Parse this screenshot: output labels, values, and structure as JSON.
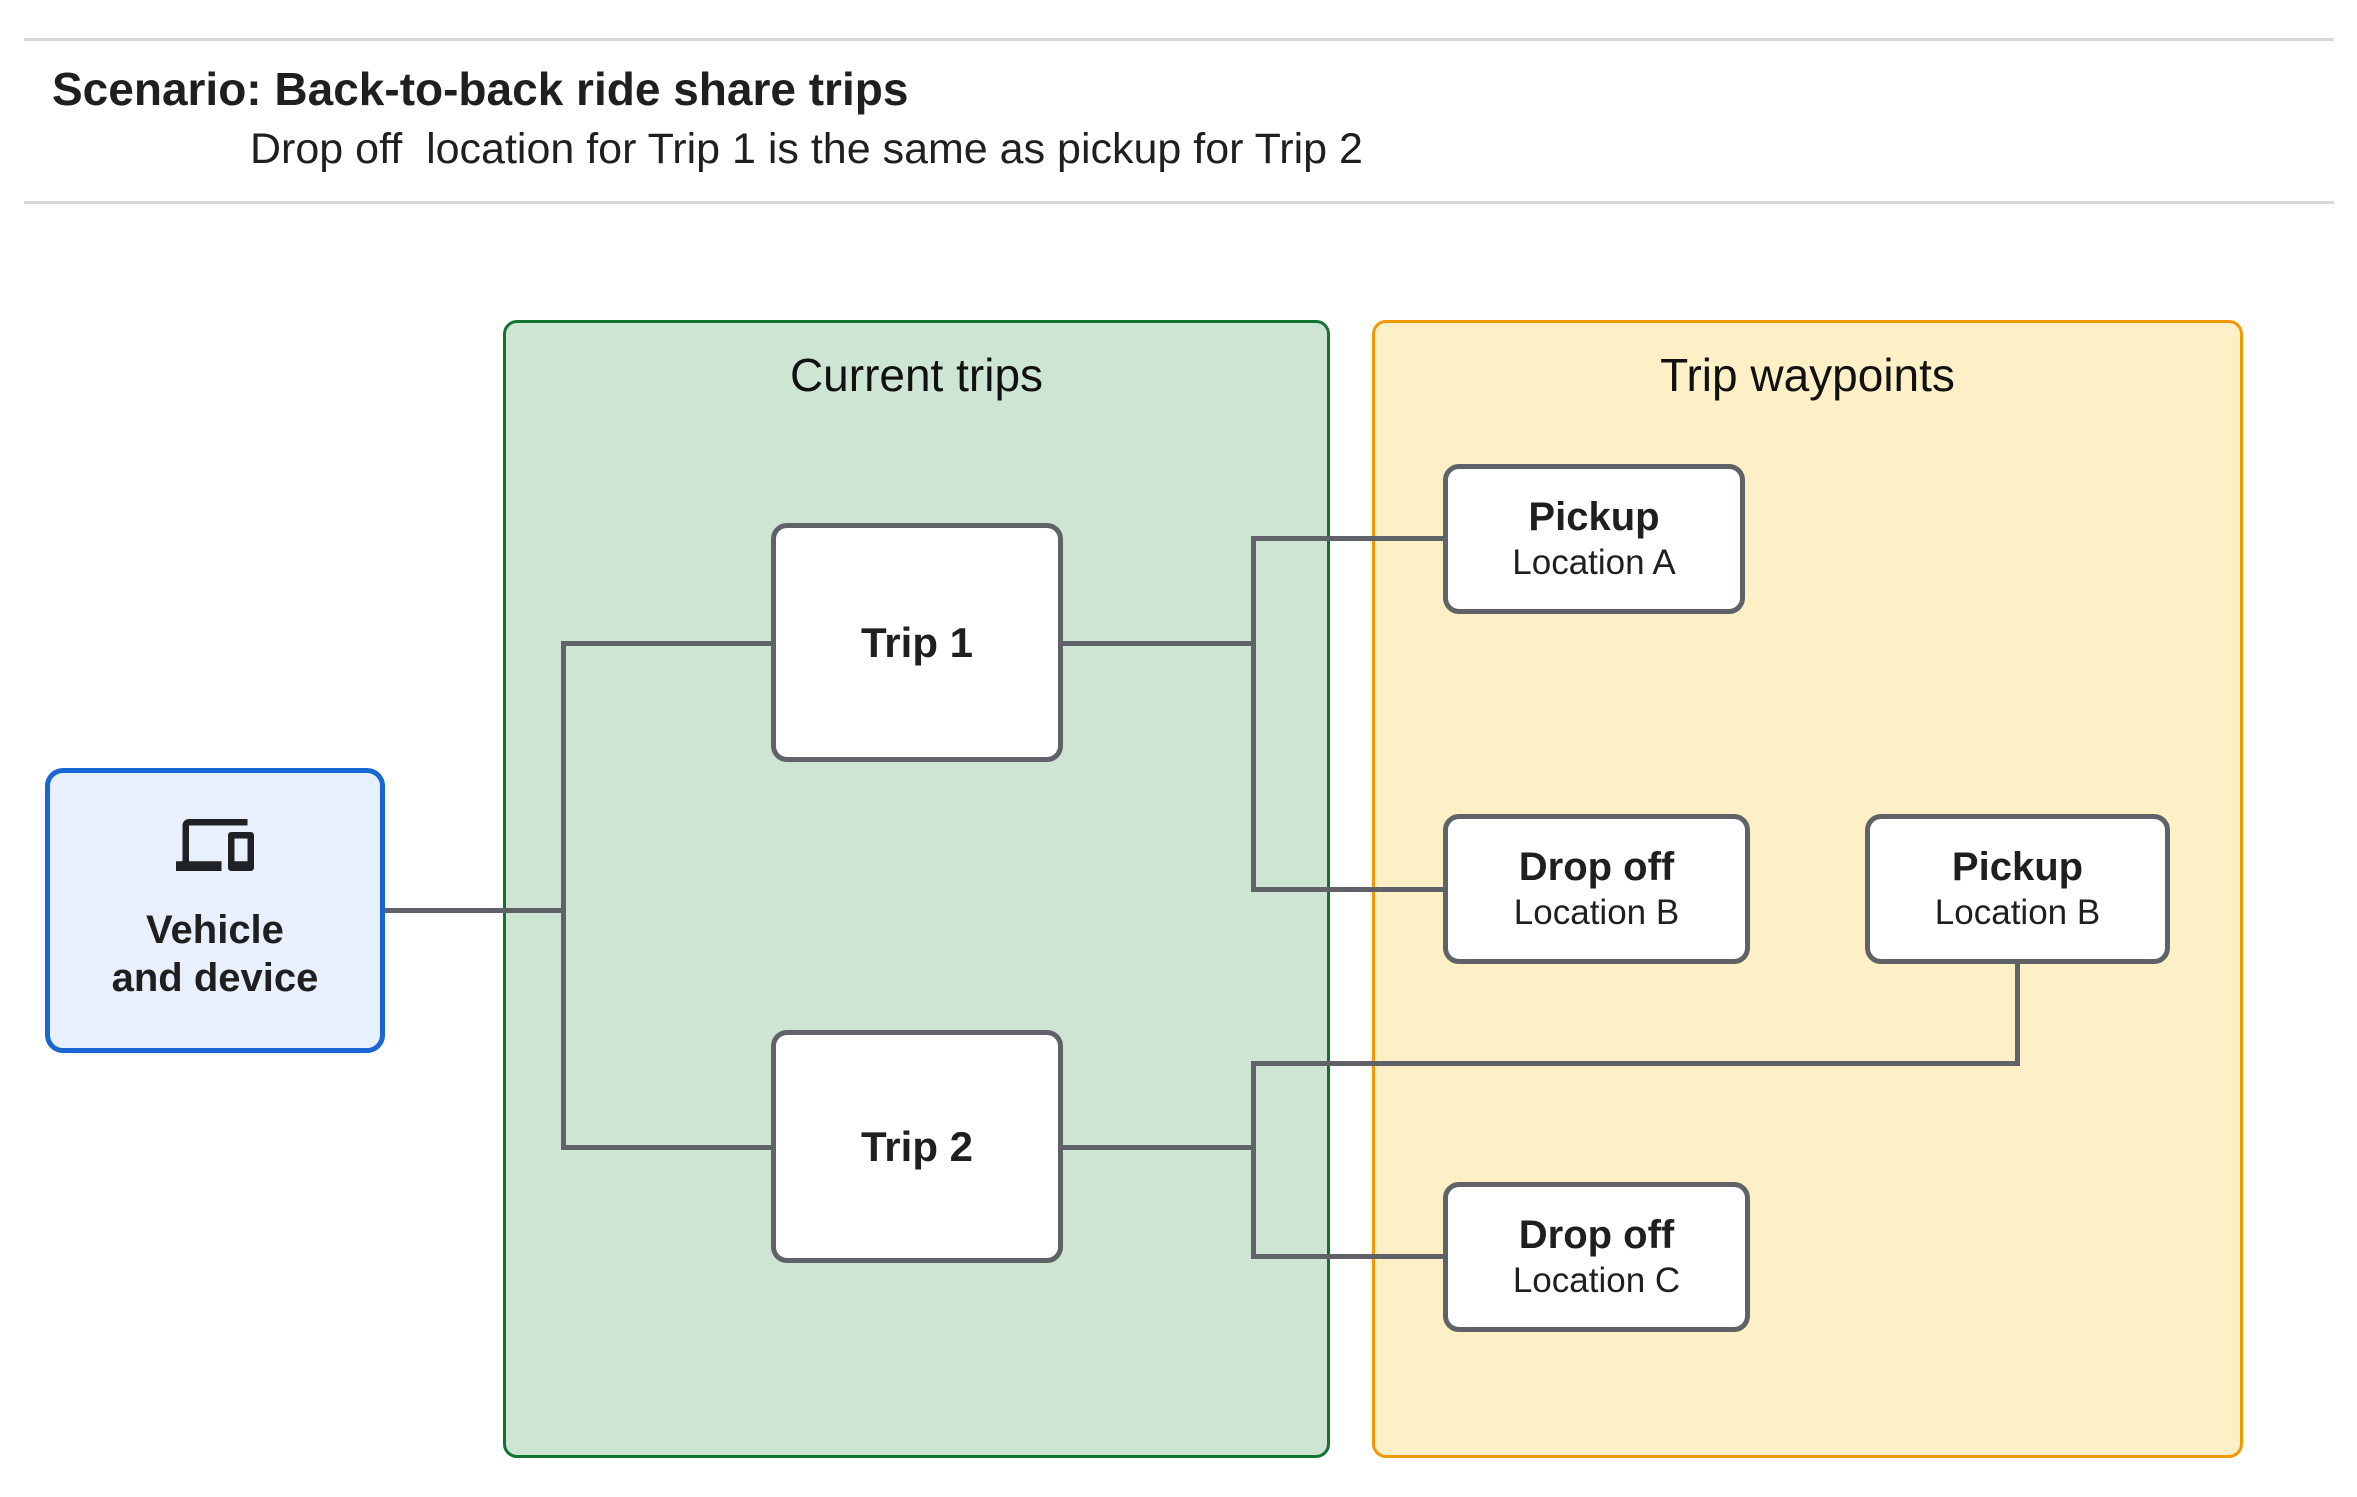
{
  "header": {
    "title": "Scenario: Back-to-back ride share trips",
    "subtitle": "Drop off  location for Trip 1 is the same as pickup for Trip 2"
  },
  "diagram": {
    "vehicle": {
      "line1": "Vehicle",
      "line2": "and device",
      "icon": "devices-icon"
    },
    "groups": [
      {
        "id": "current-trips",
        "title": "Current trips"
      },
      {
        "id": "trip-waypoints",
        "title": "Trip waypoints"
      }
    ],
    "trips": [
      {
        "label": "Trip 1"
      },
      {
        "label": "Trip 2"
      }
    ],
    "waypoints": [
      {
        "type": "Pickup",
        "location": "Location A"
      },
      {
        "type": "Drop off",
        "location": "Location B"
      },
      {
        "type": "Pickup",
        "location": "Location B"
      },
      {
        "type": "Drop off",
        "location": "Location C"
      }
    ]
  },
  "colors": {
    "canvas-bg": "#ffffff",
    "divider": "#d9d9d9",
    "text": "#1f1f1f",
    "connector": "#5f6368",
    "node-border": "#5f6368",
    "current-trips-fill": "#cfe5d4",
    "current-trips-border": "#137333",
    "waypoints-fill": "#fdf0c6",
    "waypoints-border": "#f29900",
    "vehicle-fill": "#e8f0fe",
    "vehicle-border": "#1967d2"
  }
}
